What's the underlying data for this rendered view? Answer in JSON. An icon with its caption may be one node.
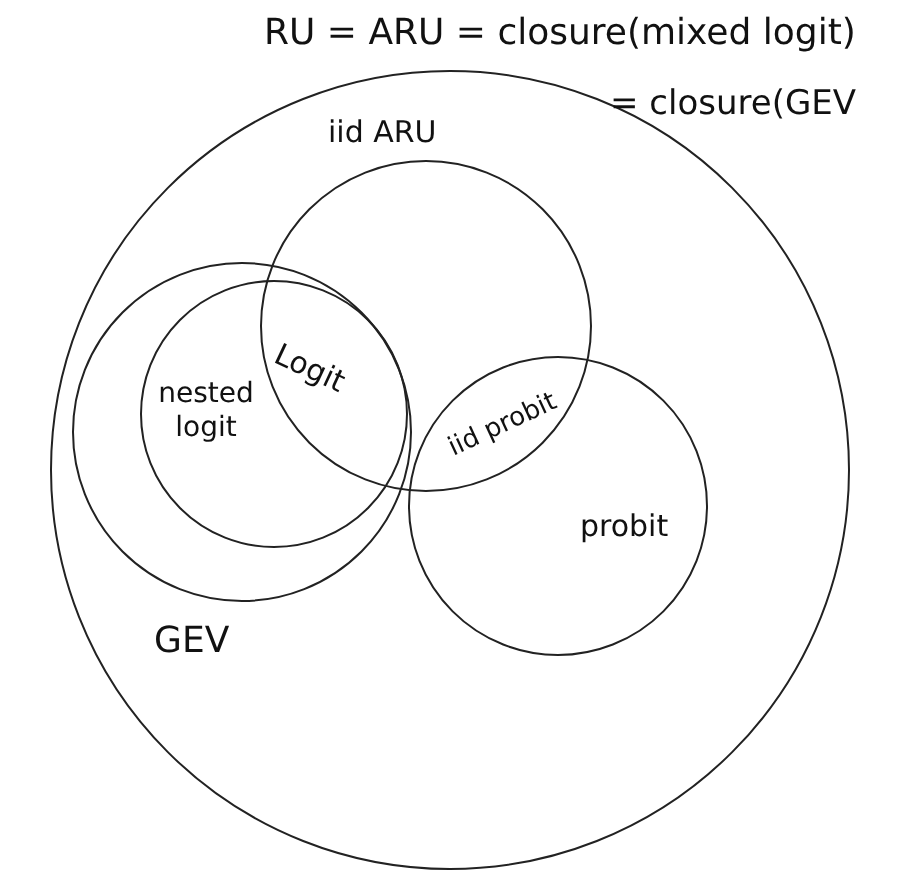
{
  "diagram": {
    "nodes": [
      {
        "text": [],
        "shape": "circle"
      },
      {
        "text": [
          "GEV"
        ],
        "in": 0
      },
      {
        "text": [
          "nested logit"
        ],
        "in": 1
      },
      {
        "text": [
          "iid ARU"
        ],
        "in": 0
      },
      {
        "text": [
          "probit"
        ],
        "in": 0
      }
    ],
    "labels": [
      "RU = ARU = closure(mixed logit)",
      "= closure(GEV",
      "Logit",
      "iid probit"
    ]
  }
}
